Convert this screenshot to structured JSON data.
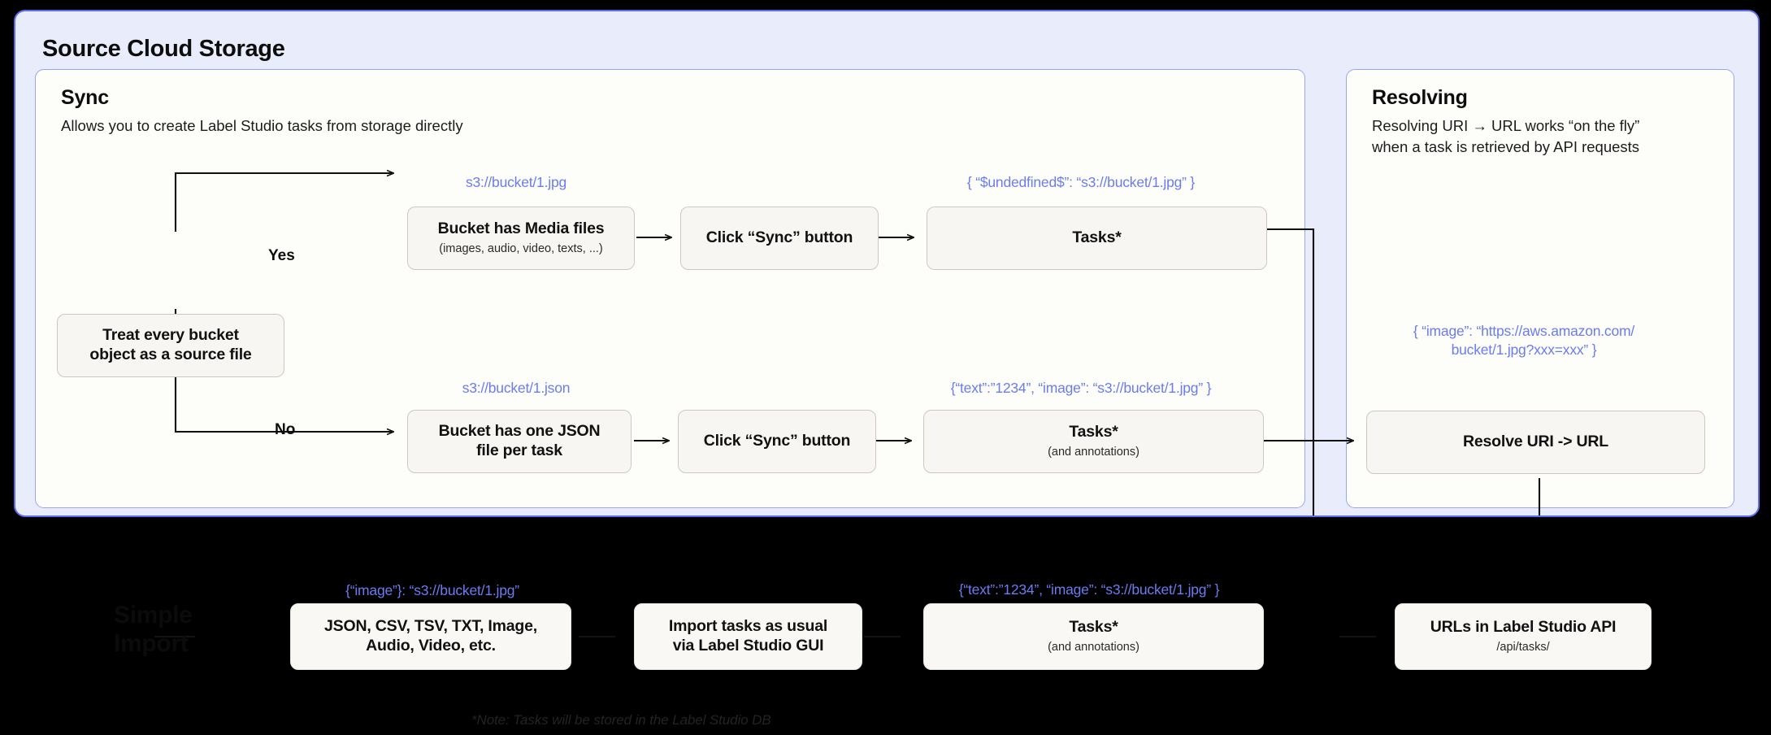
{
  "outer": {
    "title": "Source Cloud Storage"
  },
  "sync": {
    "title": "Sync",
    "subtitle": "Allows you to create Label Studio tasks from storage directly",
    "decision": "Treat every bucket\nobject as a source file",
    "branch_yes": "Yes",
    "branch_no": "No",
    "media_row": {
      "annotation_uri": "s3://bucket/1.jpg",
      "box_title": "Bucket has Media files",
      "box_sub": "(images, audio, video, texts, ...)",
      "sync_button": "Click “Sync” button",
      "annotation_task": "{ “$undedfined$”: “s3://bucket/1.jpg” }",
      "tasks_title": "Tasks*",
      "tasks_sub": ""
    },
    "json_row": {
      "annotation_uri": "s3://bucket/1.json",
      "box_title": "Bucket has one JSON\nfile per task",
      "box_sub": "",
      "sync_button": "Click “Sync” button",
      "annotation_task": "{“text”:”1234”,  “image”: “s3://bucket/1.jpg” }",
      "tasks_title": "Tasks*",
      "tasks_sub": "(and annotations)"
    }
  },
  "resolving": {
    "title": "Resolving",
    "subtitle": "Resolving URI → URL works “on the fly”\nwhen a task is retrieved by API requests",
    "annotation_url": "{ “image”: “https://aws.amazon.com/\nbucket/1.jpg?xxx=xxx” }",
    "resolve_box": "Resolve URI -> URL"
  },
  "bottom": {
    "section_label": "Simple\nImport",
    "formats": {
      "annotation": "{“image”}: “s3://bucket/1.jpg”",
      "box_title": "JSON, CSV, TSV, TXT, Image,\nAudio, Video, etc."
    },
    "import_box": "Import tasks as usual\nvia Label Studio GUI",
    "tasks": {
      "annotation": "{“text”:”1234”,  “image”: “s3://bucket/1.jpg” }",
      "box_title": "Tasks*",
      "box_sub": "(and annotations)"
    },
    "api": {
      "box_title": "URLs in Label Studio API",
      "box_sub": "/api/tasks/"
    },
    "note": "*Note: Tasks will be stored in the Label Studio DB"
  },
  "colors": {
    "panel_bg": "#e9ecfb",
    "panel_border": "#5b6ef2",
    "card_bg": "#fdfdfa",
    "node_bg": "#f7f6f2",
    "accent_blue": "#6b7cf0",
    "background": "#000000"
  }
}
